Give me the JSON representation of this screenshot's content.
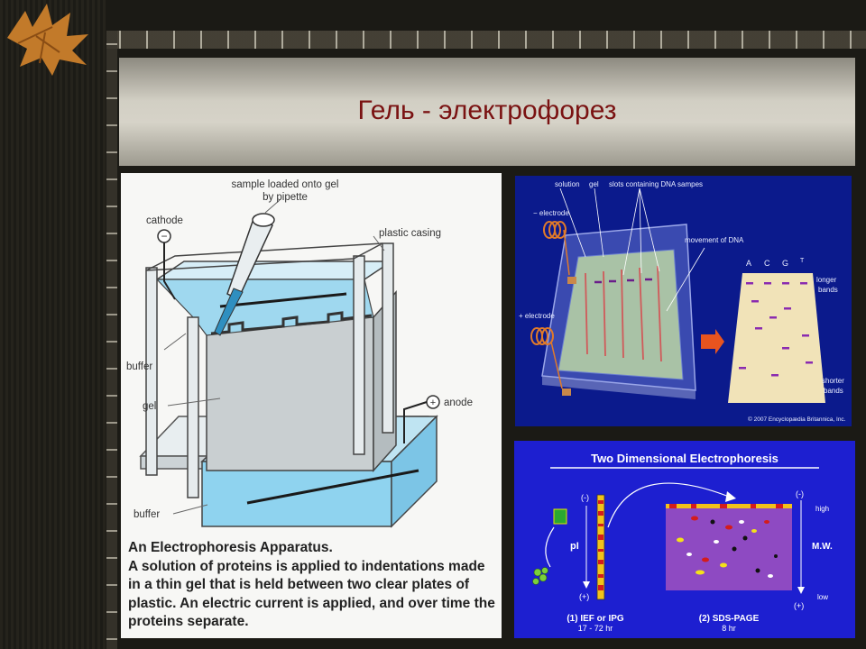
{
  "slide": {
    "title": "Гель - электрофорез",
    "colors": {
      "title_text": "#7a1212",
      "background": "#1b1a15",
      "title_box": "#d2cfc4"
    }
  },
  "apparatus": {
    "labels": {
      "sample_line1": "sample loaded onto gel",
      "sample_line2": "by pipette",
      "cathode": "cathode",
      "cathode_sign": "−",
      "plastic_casing": "plastic casing",
      "buffer_top": "buffer",
      "gel": "gel",
      "anode": "anode",
      "anode_sign": "+",
      "buffer_bottom": "buffer"
    },
    "caption": {
      "title": "An Electrophoresis Apparatus.",
      "body": "A solution of proteins is applied to indentations made in a thin gel that is held between two clear plates of plastic.  An electric current is applied, and over time the proteins separate."
    }
  },
  "dna_gel": {
    "labels": {
      "solution": "solution",
      "gel": "gel",
      "slots": "slots containing DNA sampes",
      "minus_electrode": "− electrode",
      "plus_electrode": "+ electrode",
      "movement": "movement of DNA",
      "lane_a": "A",
      "lane_c": "C",
      "lane_g": "G",
      "lane_t": "T",
      "longer": "longer",
      "longer_bands": "bands",
      "shorter": "shorter",
      "shorter_bands": "bands",
      "copyright": "© 2007 Encyclopædia Britannica, Inc."
    }
  },
  "two_d": {
    "labels": {
      "title": "Two Dimensional Electrophoresis",
      "minus_left": "(-)",
      "plus_left": "(+)",
      "pi": "pI",
      "minus_right": "(-)",
      "plus_right": "(+)",
      "high": "high",
      "mw": "M.W.",
      "low": "low",
      "step1_line1": "(1) IEF or IPG",
      "step1_line2": "17 - 72 hr",
      "step2_line1": "(2) SDS-PAGE",
      "step2_line2": "8 hr"
    }
  }
}
